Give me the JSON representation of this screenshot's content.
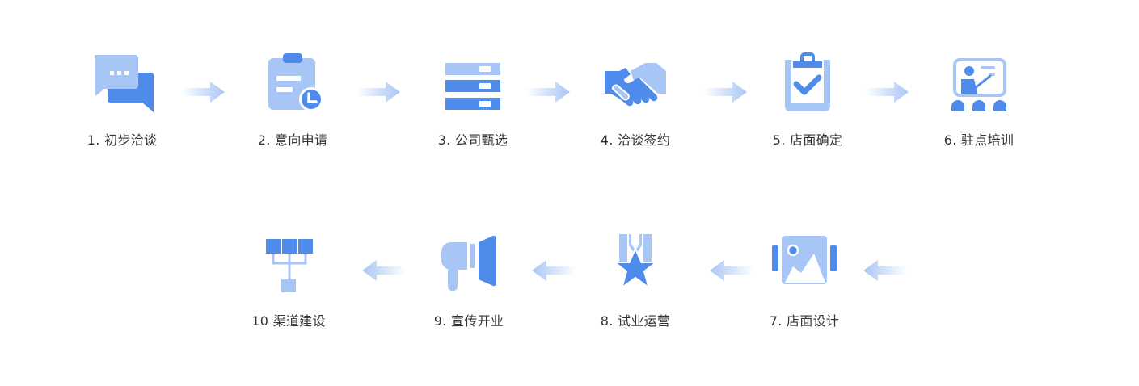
{
  "colors": {
    "primary": "#4F8BEB",
    "light": "#A8C6F5",
    "label_text": "#333333",
    "background": "#FFFFFF"
  },
  "flow": {
    "row1": [
      {
        "id": 1,
        "label": "1. 初步洽谈",
        "icon": "chat-bubbles-icon"
      },
      {
        "id": 2,
        "label": "2. 意向申请",
        "icon": "clipboard-clock-icon"
      },
      {
        "id": 3,
        "label": "3. 公司甄选",
        "icon": "server-list-icon"
      },
      {
        "id": 4,
        "label": "4. 洽谈签约",
        "icon": "handshake-icon"
      },
      {
        "id": 5,
        "label": "5. 店面确定",
        "icon": "clipboard-check-icon"
      },
      {
        "id": 6,
        "label": "6. 驻点培训",
        "icon": "training-presentation-icon"
      }
    ],
    "row2": [
      {
        "id": 7,
        "label": "7. 店面设计",
        "icon": "image-gallery-icon"
      },
      {
        "id": 8,
        "label": "8. 试业运营",
        "icon": "medal-star-icon"
      },
      {
        "id": 9,
        "label": "9. 宣传开业",
        "icon": "megaphone-icon"
      },
      {
        "id": 10,
        "label": "10 渠道建设",
        "icon": "channel-tree-icon"
      }
    ],
    "arrows": {
      "row1_direction": "right",
      "row2_direction": "left"
    }
  }
}
